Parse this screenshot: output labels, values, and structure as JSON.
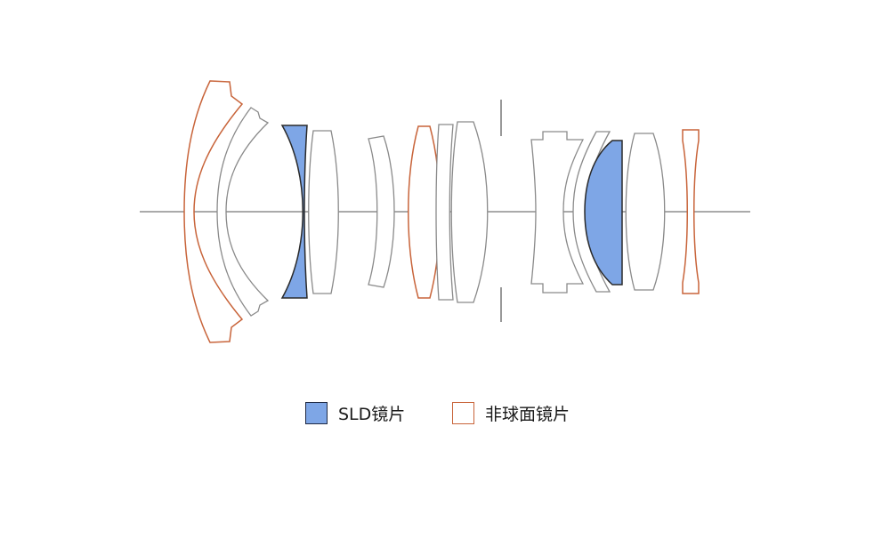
{
  "legend": {
    "sld": {
      "label": "SLD镜片",
      "color": "#7ea6e6",
      "border": "#1f2a44"
    },
    "aspherical": {
      "label": "非球面镜片",
      "color": "#ffffff",
      "border": "#c8643a"
    }
  },
  "diagram": {
    "elements": [
      {
        "type": "aspherical",
        "name": "element-1"
      },
      {
        "type": "spherical",
        "name": "element-2"
      },
      {
        "type": "sld",
        "name": "element-3"
      },
      {
        "type": "spherical",
        "name": "element-4"
      },
      {
        "type": "spherical",
        "name": "element-5"
      },
      {
        "type": "aspherical",
        "name": "element-6"
      },
      {
        "type": "spherical",
        "name": "element-7"
      },
      {
        "type": "spherical",
        "name": "element-8"
      },
      {
        "type": "spherical",
        "name": "element-9"
      },
      {
        "type": "spherical",
        "name": "element-10"
      },
      {
        "type": "sld",
        "name": "element-11"
      },
      {
        "type": "spherical",
        "name": "element-12"
      },
      {
        "type": "aspherical",
        "name": "element-13"
      }
    ]
  }
}
